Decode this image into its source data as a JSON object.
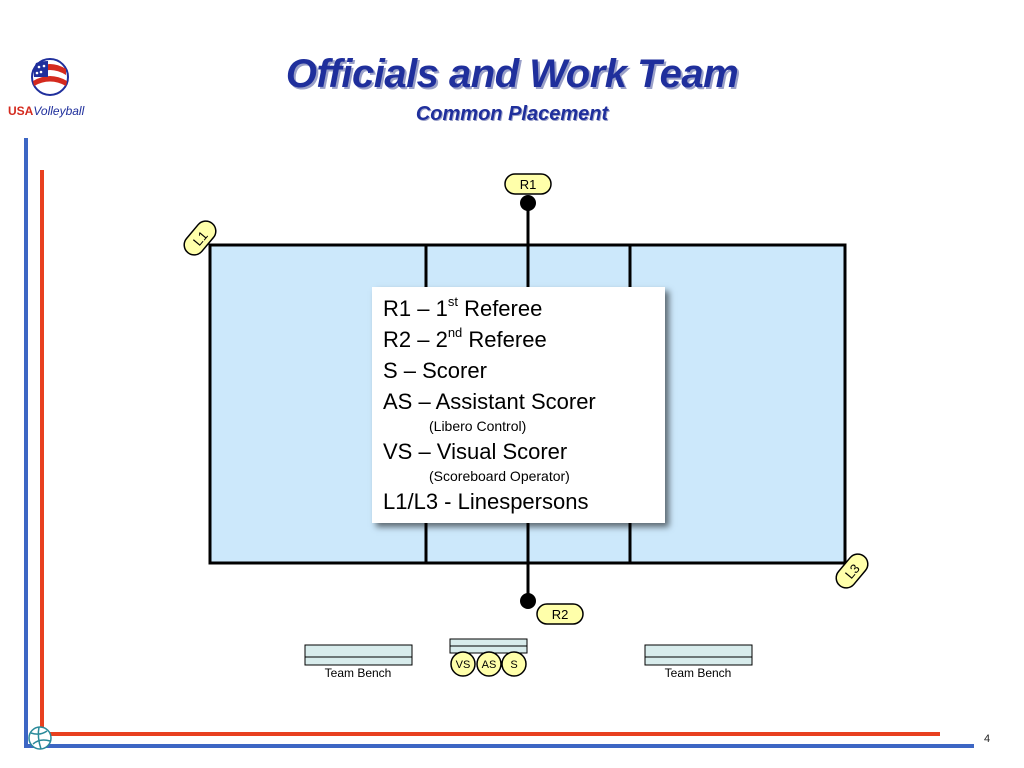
{
  "slide": {
    "title": "Officials and Work Team",
    "subtitle": "Common Placement",
    "page_number": "4",
    "logo": {
      "usa": "USA",
      "word": "Volleyball"
    }
  },
  "officials": {
    "r1": "R1",
    "r2": "R2",
    "l1": "L1",
    "l3": "L3"
  },
  "table_officials": [
    "VS",
    "AS",
    "S"
  ],
  "benches": {
    "left": "Team Bench",
    "right": "Team Bench"
  },
  "legend": {
    "r1_prefix": "R1 – 1",
    "r1_sup": "st",
    "r1_suffix": " Referee",
    "r2_prefix": "R2 – 2",
    "r2_sup": "nd",
    "r2_suffix": " Referee",
    "s": "S – Scorer",
    "as": "AS – Assistant Scorer",
    "as_note": "(Libero Control)",
    "vs": "VS – Visual Scorer",
    "vs_note": "(Scoreboard Operator)",
    "l": "L1/L3 - Linespersons"
  },
  "colors": {
    "title": "#1f2f9c",
    "court": "#cce8fb",
    "label_fill": "#ffffaa",
    "bench": "#d8ecec",
    "accent_red": "#e8401f",
    "accent_blue": "#3d66c4"
  }
}
